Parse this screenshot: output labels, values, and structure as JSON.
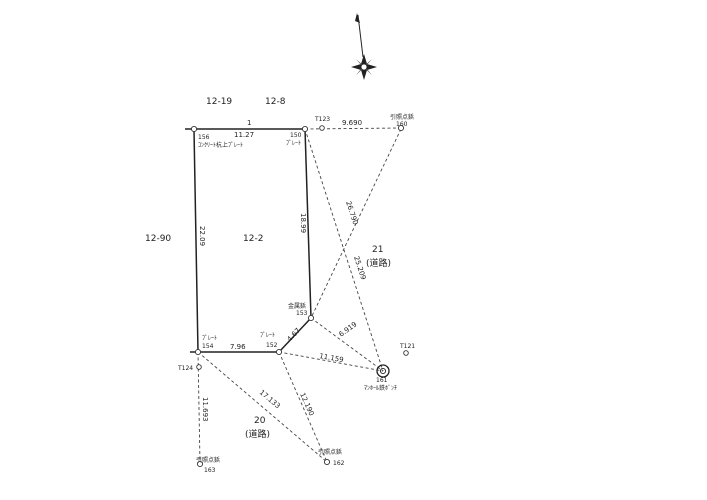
{
  "map": {
    "parcel_labels": {
      "north_west": "12-19",
      "north_east": "12-8",
      "west": "12-90",
      "subject": "12-2"
    },
    "roads": {
      "east": {
        "number": "21",
        "name": "(道路)"
      },
      "south": {
        "number": "20",
        "name": "(道路)"
      }
    },
    "boundary_lengths": {
      "top": "11.27",
      "top_marker": "1",
      "left": "22.09",
      "right": "18.99",
      "bottom": "7.96",
      "diagonal": "4.67"
    },
    "tie_lengths": {
      "t123_160": "9.690",
      "p150_161": "26.790",
      "p160_161": "25.209",
      "p153_161": "6.919",
      "p152_161": "11.159",
      "t124_163": "11.693",
      "p154_162": "17.133",
      "p152_162": "12.190"
    },
    "points": {
      "p156": {
        "id": "156",
        "note": "ｺﾝｸﾘｰﾄ杭上ﾌﾟﾚｰﾄ"
      },
      "p150": {
        "id": "150",
        "note": "ﾌﾟﾚｰﾄ"
      },
      "t123": {
        "id": "T123"
      },
      "p160": {
        "id": "160",
        "note": "引照点鋲"
      },
      "p153": {
        "id": "153",
        "note": "金属鋲"
      },
      "p154": {
        "id": "154",
        "note": "ﾌﾟﾚｰﾄ"
      },
      "p152": {
        "id": "152",
        "note": "ﾌﾟﾚｰﾄ"
      },
      "t124": {
        "id": "T124"
      },
      "p161": {
        "id": "161",
        "note": "ﾏﾝﾎｰﾙ鉄ﾎﾞﾝﾁ"
      },
      "t121": {
        "id": "T121"
      },
      "p162": {
        "id": "162",
        "note": "引照点鋲"
      },
      "p163": {
        "id": "163",
        "note": "引照点鋲"
      }
    },
    "compass": {
      "icon": "north-arrow-icon"
    }
  }
}
